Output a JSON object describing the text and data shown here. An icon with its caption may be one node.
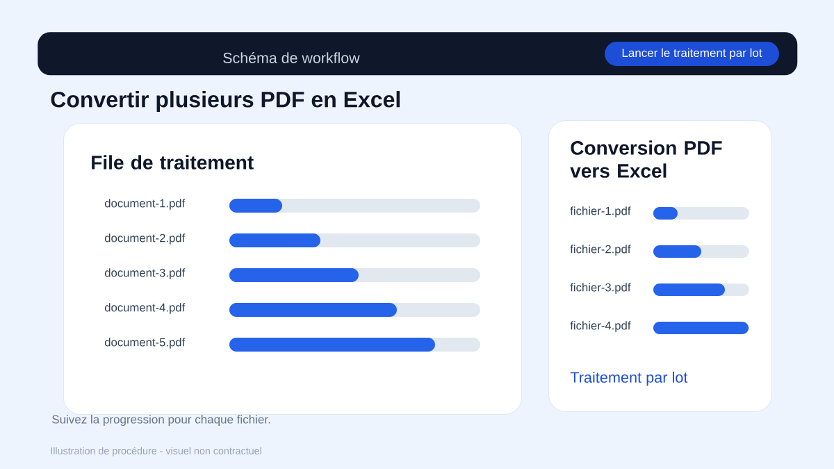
{
  "diagram": {
    "title": "Convertir plusieurs PDF en Excel",
    "nodes": [
      {
        "text": [
          "Schéma de workflow"
        ]
      },
      {
        "text": [
          "Lancer le traitement par lot"
        ],
        "in": 0
      },
      {
        "text": [
          "File de traitement",
          "document-1.pdf",
          "document-2.pdf",
          "document-3.pdf",
          "document-4.pdf",
          "document-5.pdf"
        ],
        "beside": [
          "Suivez la progression pour chaque fichier."
        ]
      },
      {
        "text": [
          "Conversion PDF vers Excel",
          "fichier-1.pdf",
          "fichier-2.pdf",
          "fichier-3.pdf",
          "fichier-4.pdf",
          "Traitement par lot"
        ]
      }
    ],
    "labels": [
      "Illustration de procédure - visuel non contractuel"
    ]
  }
}
